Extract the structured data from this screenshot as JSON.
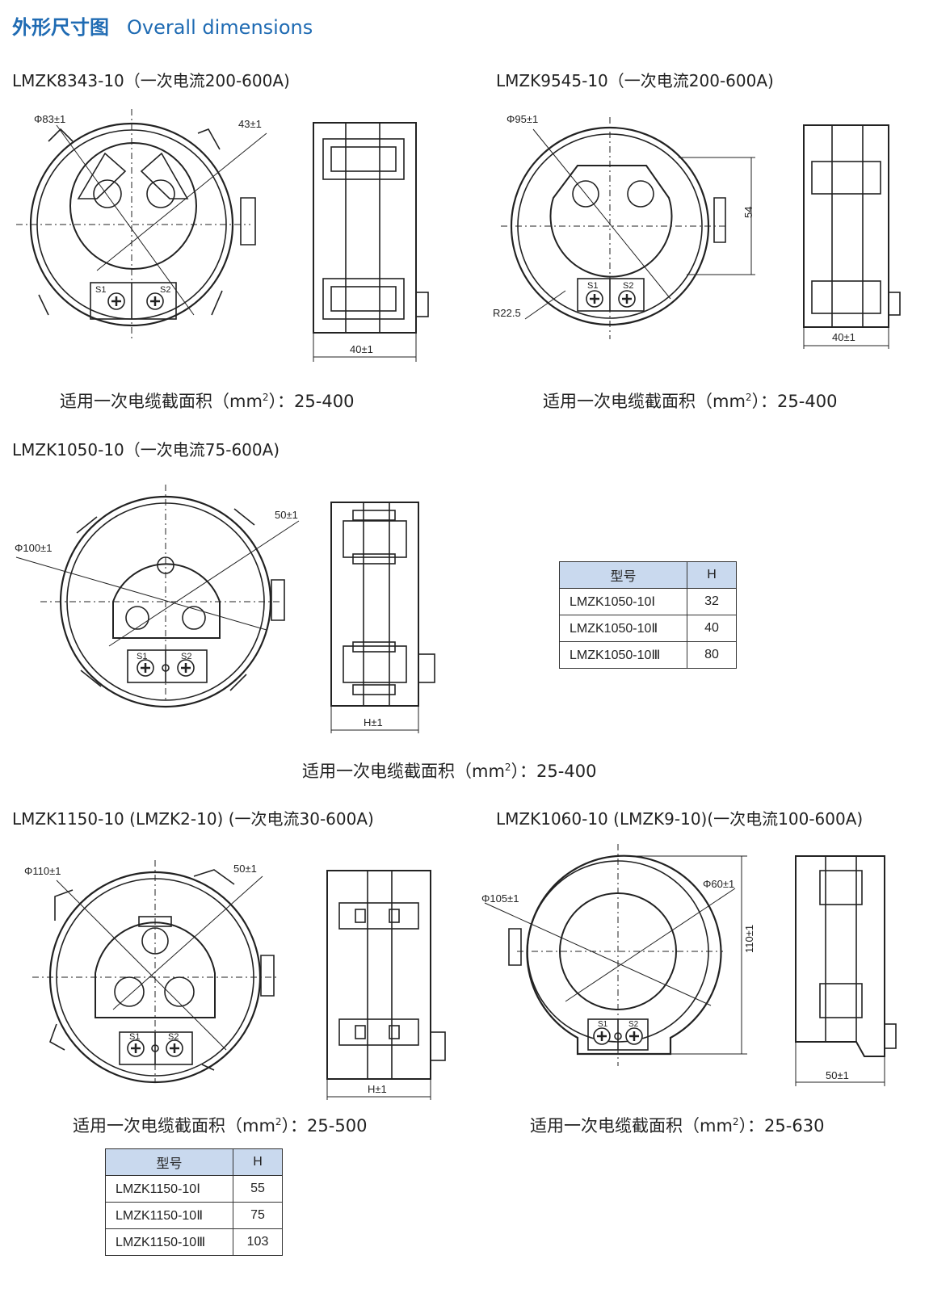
{
  "header": {
    "zh": "外形尺寸图",
    "en": "Overall dimensions"
  },
  "models": [
    {
      "title": "LMZK8343-10（一次电流200-600A)",
      "dia": "Φ83±1",
      "dim2": "43±1",
      "width": "40±1",
      "cable": {
        "label": "适用一次电缆截面积（mm",
        "sup": "2",
        "tail": "）：25-400"
      }
    },
    {
      "title": "LMZK9545-10（一次电流200-600A)",
      "dia": "Φ95±1",
      "dim2": "54",
      "radius": "R22.5",
      "width": "40±1",
      "cable": {
        "label": "适用一次电缆截面积（mm",
        "sup": "2",
        "tail": "）：25-400"
      }
    },
    {
      "title": "LMZK1050-10（一次电流75-600A)",
      "dia": "Φ100±1",
      "dim2": "50±1",
      "width": "H±1",
      "cable": {
        "label": "适用一次电缆截面积（mm",
        "sup": "2",
        "tail": "）：25-400"
      }
    },
    {
      "title": "LMZK1150-10  (LMZK2-10) (一次电流30-600A)",
      "dia": "Φ110±1",
      "dim2": "50±1",
      "width": "H±1",
      "cable": {
        "label": "适用一次电缆截面积（mm",
        "sup": "2",
        "tail": "）：25-500"
      }
    },
    {
      "title": "LMZK1060-10 (LMZK9-10)(一次电流100-600A)",
      "dia": "Φ105±1",
      "dim2": "Φ60±1",
      "height": "110±1",
      "width": "50±1",
      "cable": {
        "label": "适用一次电缆截面积（mm",
        "sup": "2",
        "tail": "）：25-630"
      }
    }
  ],
  "terminals": {
    "s1": "S1",
    "s2": "S2"
  },
  "tables": [
    {
      "head": [
        "型号",
        "H"
      ],
      "rows": [
        [
          "LMZK1050-10Ⅰ",
          "32"
        ],
        [
          "LMZK1050-10Ⅱ",
          "40"
        ],
        [
          "LMZK1050-10Ⅲ",
          "80"
        ]
      ]
    },
    {
      "head": [
        "型号",
        "H"
      ],
      "rows": [
        [
          "LMZK1150-10Ⅰ",
          "55"
        ],
        [
          "LMZK1150-10Ⅱ",
          "75"
        ],
        [
          "LMZK1150-10Ⅲ",
          "103"
        ]
      ]
    }
  ]
}
